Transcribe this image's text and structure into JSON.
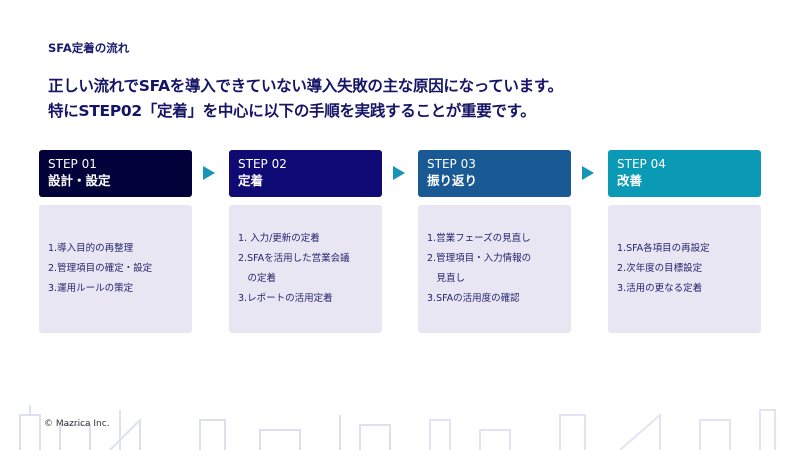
{
  "kicker": "SFA定着の流れ",
  "headline": [
    "正しい流れでSFAを導入できていない導入失敗の主な原因になっています。",
    "特にSTEP02「定着」を中心に以下の手順を実践することが重要です。"
  ],
  "steps": [
    {
      "num": "STEP 01",
      "name": "設計・設定",
      "color": "#03013a",
      "items": [
        "1.導入目的の再整理",
        "2.管理項目の確定・設定",
        "3.運用ルールの策定"
      ]
    },
    {
      "num": "STEP 02",
      "name": "定着",
      "color": "#100a74",
      "items": [
        "1. 入力/更新の定着",
        "2.SFAを活用した営業会議",
        "　の定着",
        "3.レポートの活用定着"
      ]
    },
    {
      "num": "STEP 03",
      "name": "振り返り",
      "color": "#195a95",
      "items": [
        "1.営業フェーズの見直し",
        "2.管理項目・入力情報の",
        "　見直し",
        "3.SFAの活用度の確認"
      ]
    },
    {
      "num": "STEP 04",
      "name": "改善",
      "color": "#0b9ab6",
      "items": [
        "1.SFA各項目の再設定",
        "2.次年度の目標設定",
        "3.活用の更なる定着"
      ]
    }
  ],
  "footer": "© Mazrica Inc."
}
